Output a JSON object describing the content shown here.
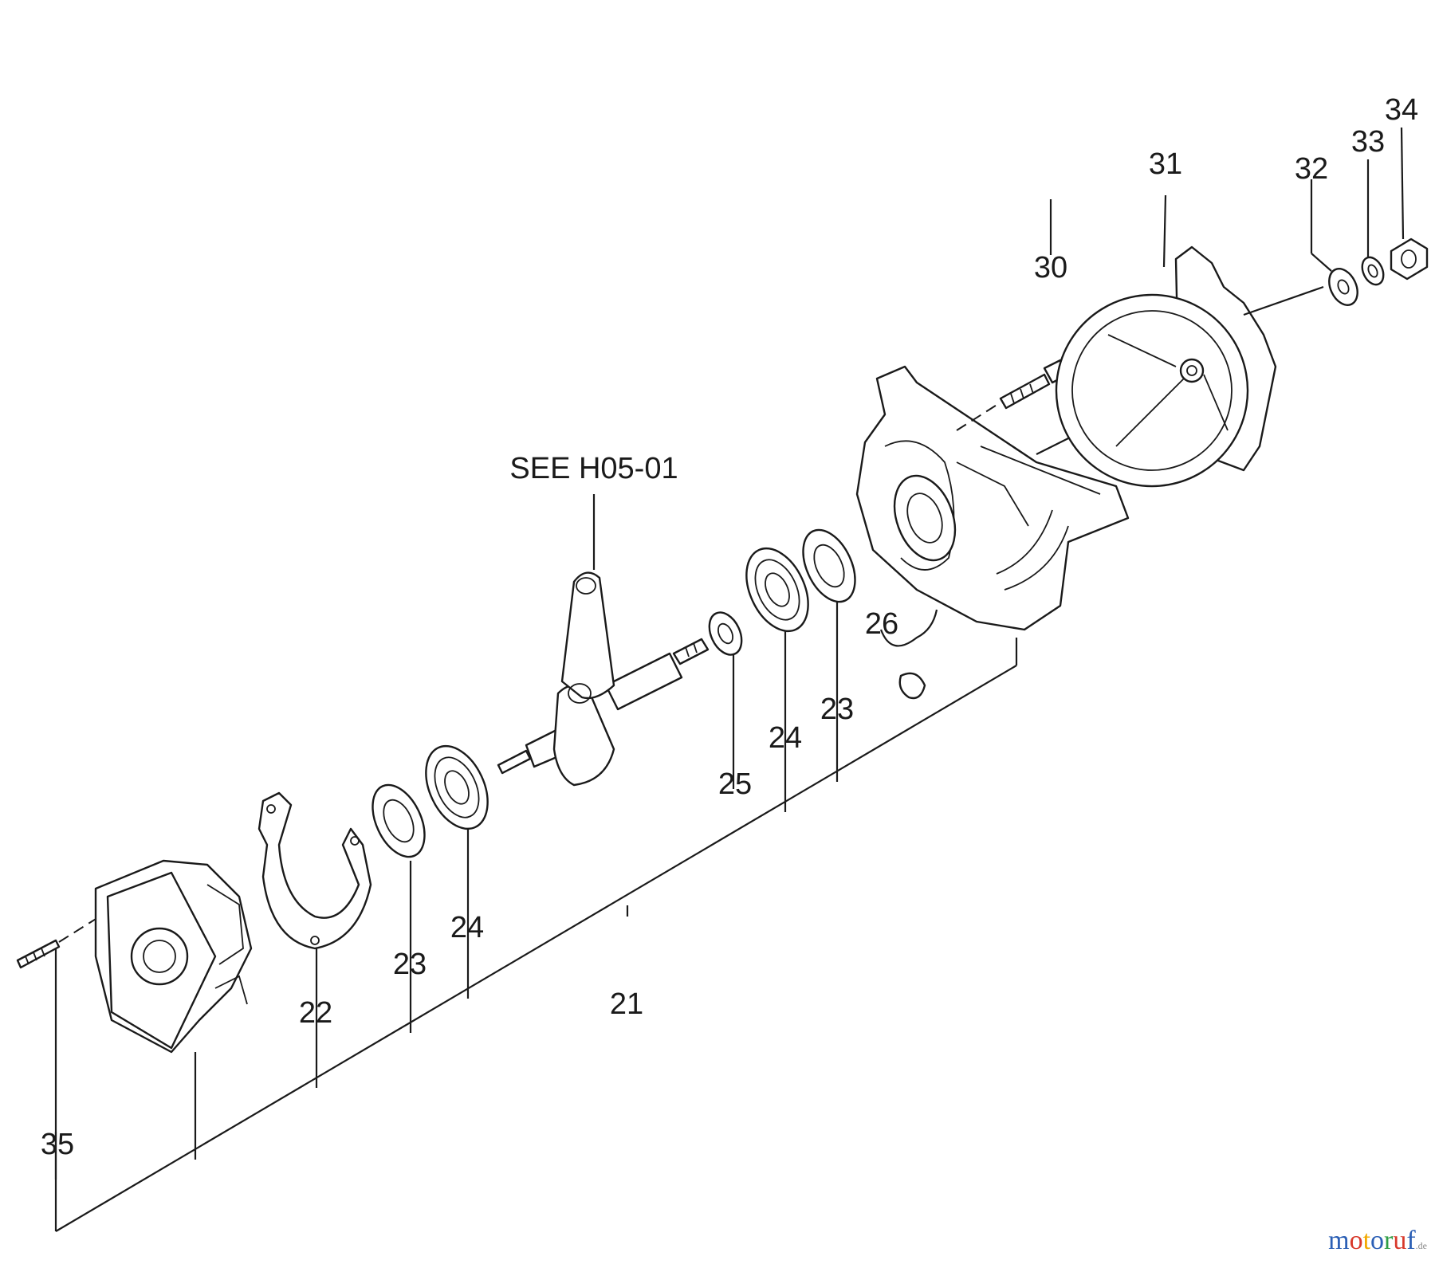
{
  "diagram": {
    "callouts": [
      {
        "id": "35",
        "text": "35"
      },
      {
        "id": "22",
        "text": "22"
      },
      {
        "id": "23a",
        "text": "23"
      },
      {
        "id": "24a",
        "text": "24"
      },
      {
        "id": "21",
        "text": "21"
      },
      {
        "id": "25",
        "text": "25"
      },
      {
        "id": "24b",
        "text": "24"
      },
      {
        "id": "23b",
        "text": "23"
      },
      {
        "id": "26",
        "text": "26"
      },
      {
        "id": "30",
        "text": "30"
      },
      {
        "id": "31",
        "text": "31"
      },
      {
        "id": "32",
        "text": "32"
      },
      {
        "id": "33",
        "text": "33"
      },
      {
        "id": "34",
        "text": "34"
      }
    ],
    "reference_note": "SEE H05-01"
  },
  "watermark": {
    "text": "motoruf",
    "suffix": ".de",
    "letter_colors": [
      "#2b5fb5",
      "#d8392b",
      "#f2a900",
      "#2b5fb5",
      "#2f9e44",
      "#d8392b",
      "#2b5fb5"
    ]
  }
}
